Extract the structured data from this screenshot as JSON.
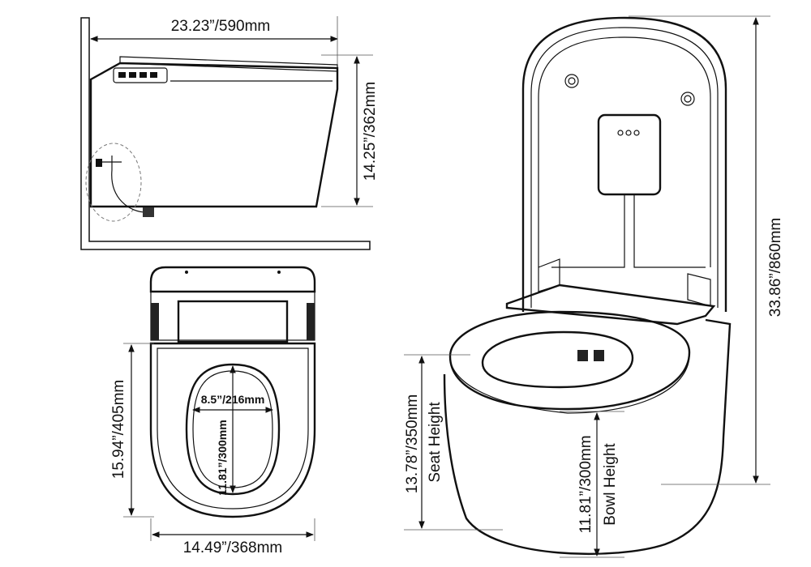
{
  "dimensions": {
    "side_depth": "23.23”/590mm",
    "side_height": "14.25”/362mm",
    "overall_height": "33.86”/860mm",
    "top_length": "15.94”/405mm",
    "top_width": "14.49”/368mm",
    "opening_width": "8.5”/216mm",
    "opening_length": "11.81”/300mm",
    "seat_height_value": "13.78”/350mm",
    "seat_height_label": "Seat Height",
    "bowl_height_value": "11.81”/300mm",
    "bowl_height_label": "Bowl Height"
  }
}
